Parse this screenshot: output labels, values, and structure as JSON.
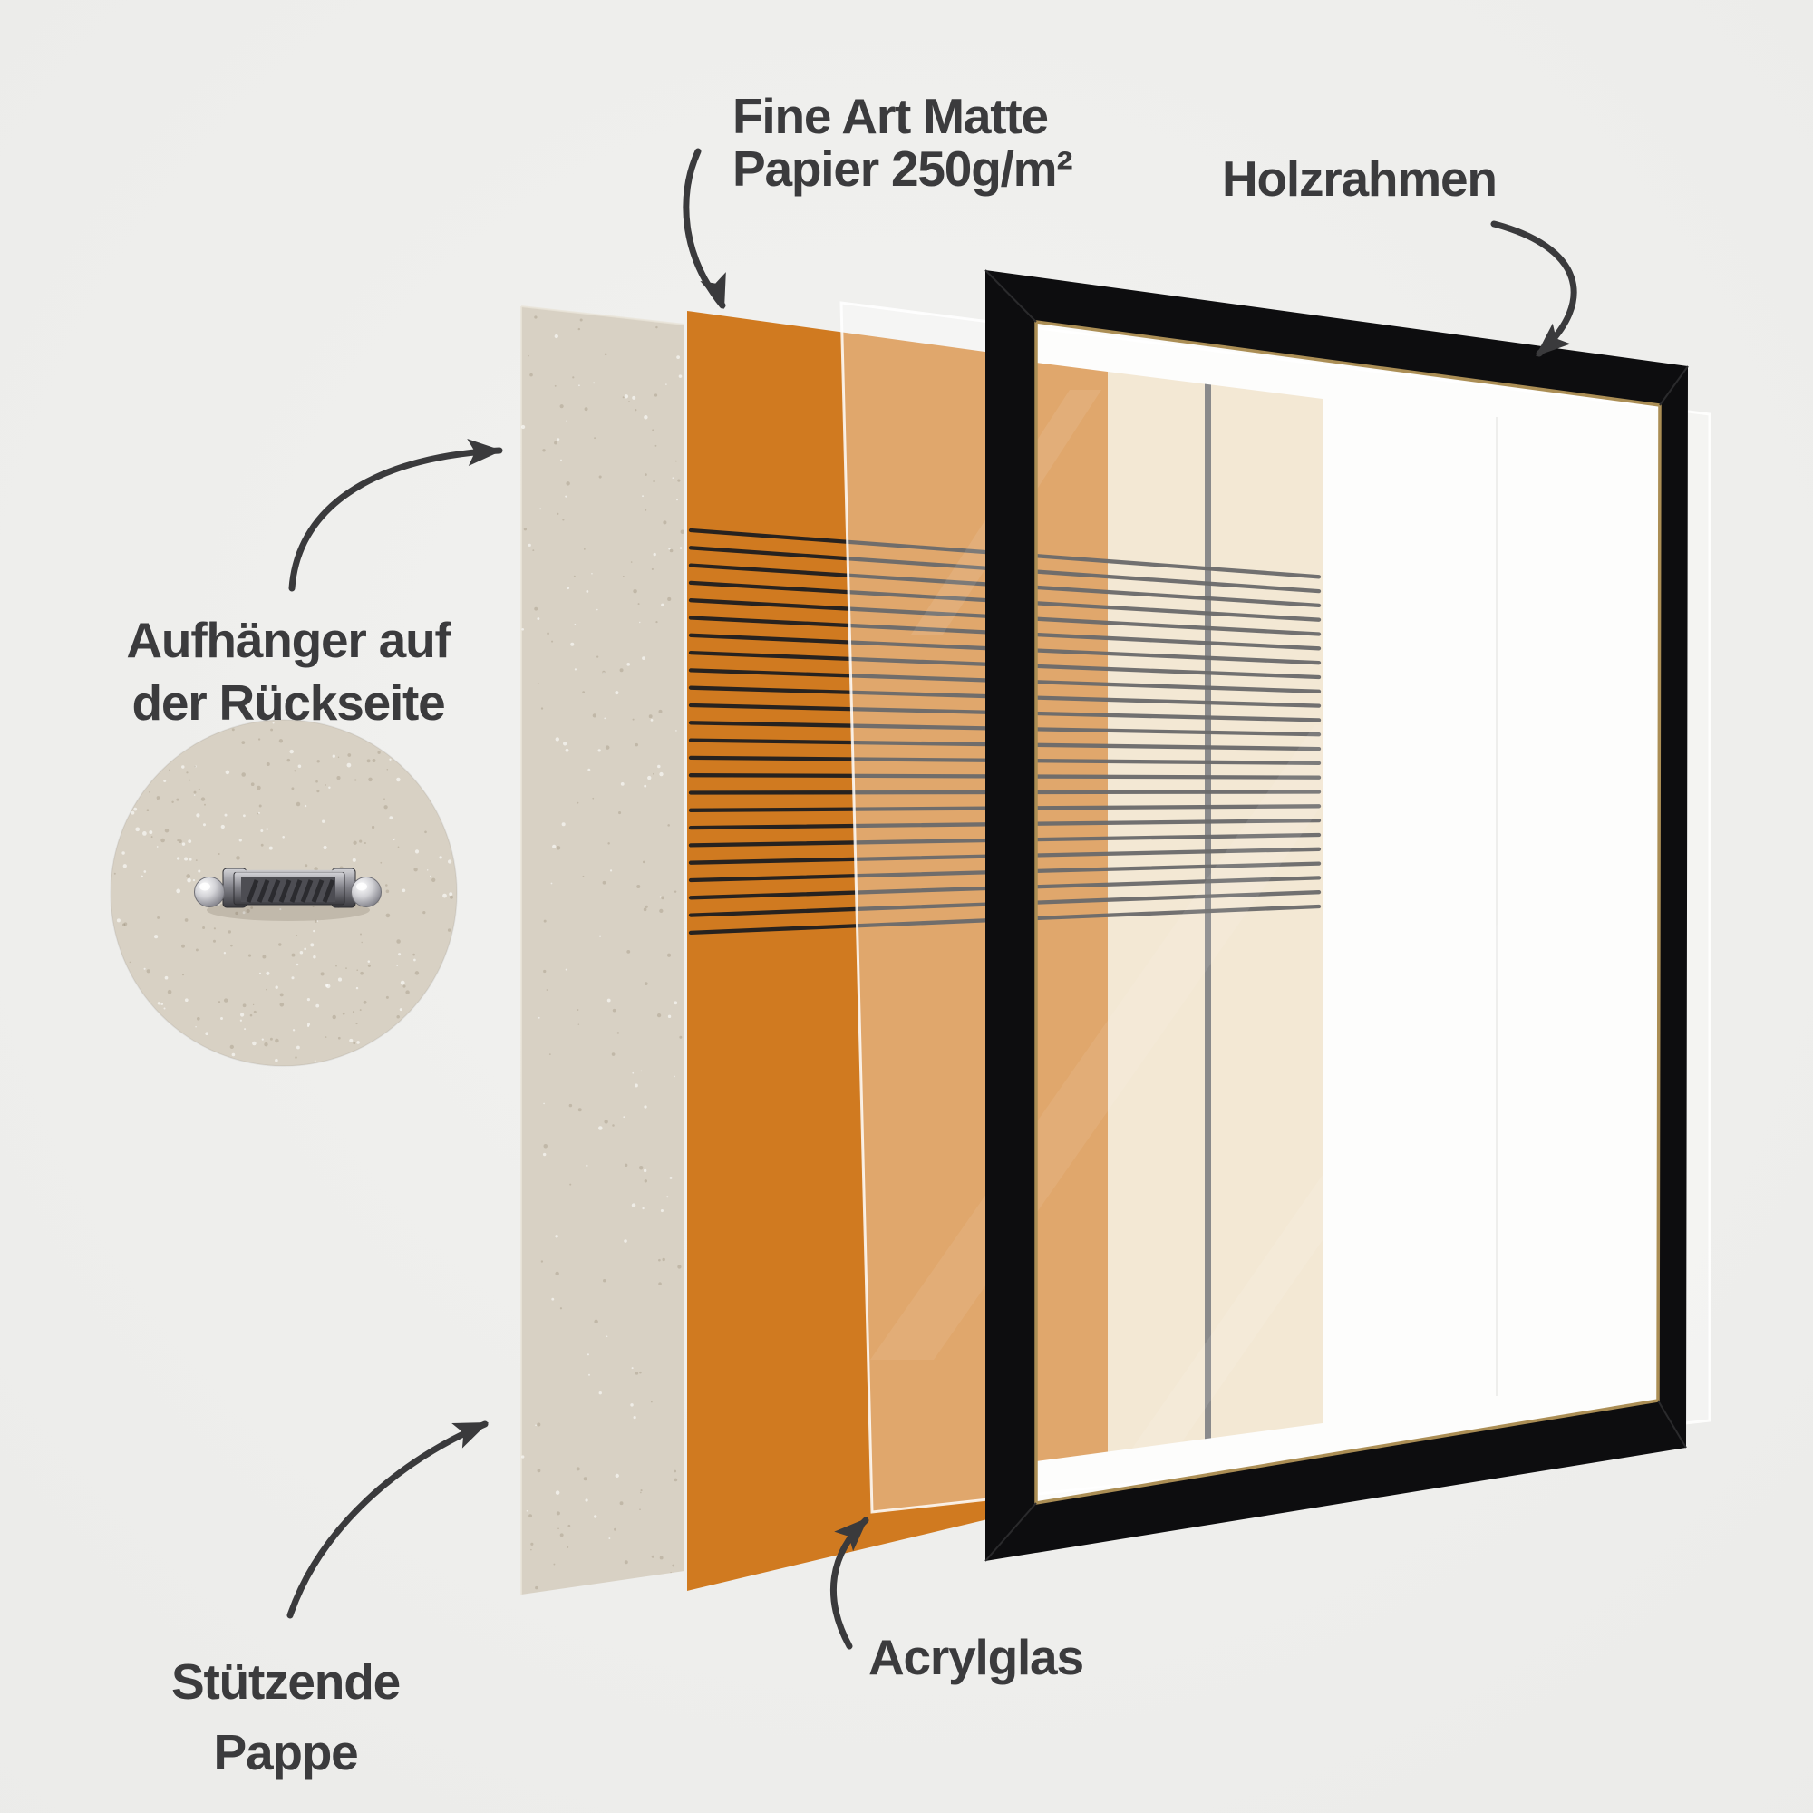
{
  "labels": {
    "paper": {
      "line1": "Fine Art Matte",
      "line2": "Papier 250g/m²"
    },
    "frame": {
      "text": "Holzrahmen"
    },
    "hanger": {
      "line1": "Aufhänger auf",
      "line2": "der Rückseite"
    },
    "backing": {
      "line1": "Stützende",
      "line2": "Pappe"
    },
    "glass": {
      "text": "Acrylglas"
    }
  },
  "colors": {
    "background_center": "#f2f2f0",
    "background_edge": "#ebebe9",
    "cardboard": "#d8d1c4",
    "cardboard_speck_dark": "rgba(138,126,102,0.30)",
    "cardboard_speck_light": "rgba(255,255,255,0.60)",
    "print_orange": "#d07a20",
    "print_cream": "#eddcbe",
    "print_stripes": "#1e1e1f",
    "print_vertical_line": "#4e4e50",
    "glass_tint": "rgba(255,255,255,0.34)",
    "glass_edge": "rgba(255,255,255,0.85)",
    "mat_white": "#fcfcfb",
    "frame_black": "#0d0d0f",
    "frame_gold": "#ab8e55",
    "frame_miter": "#2a2a2c",
    "annotation": "#3a3a3c",
    "metal_light": "#d6d6da",
    "metal_mid": "#85858c",
    "metal_dark": "#3a3a3f"
  }
}
